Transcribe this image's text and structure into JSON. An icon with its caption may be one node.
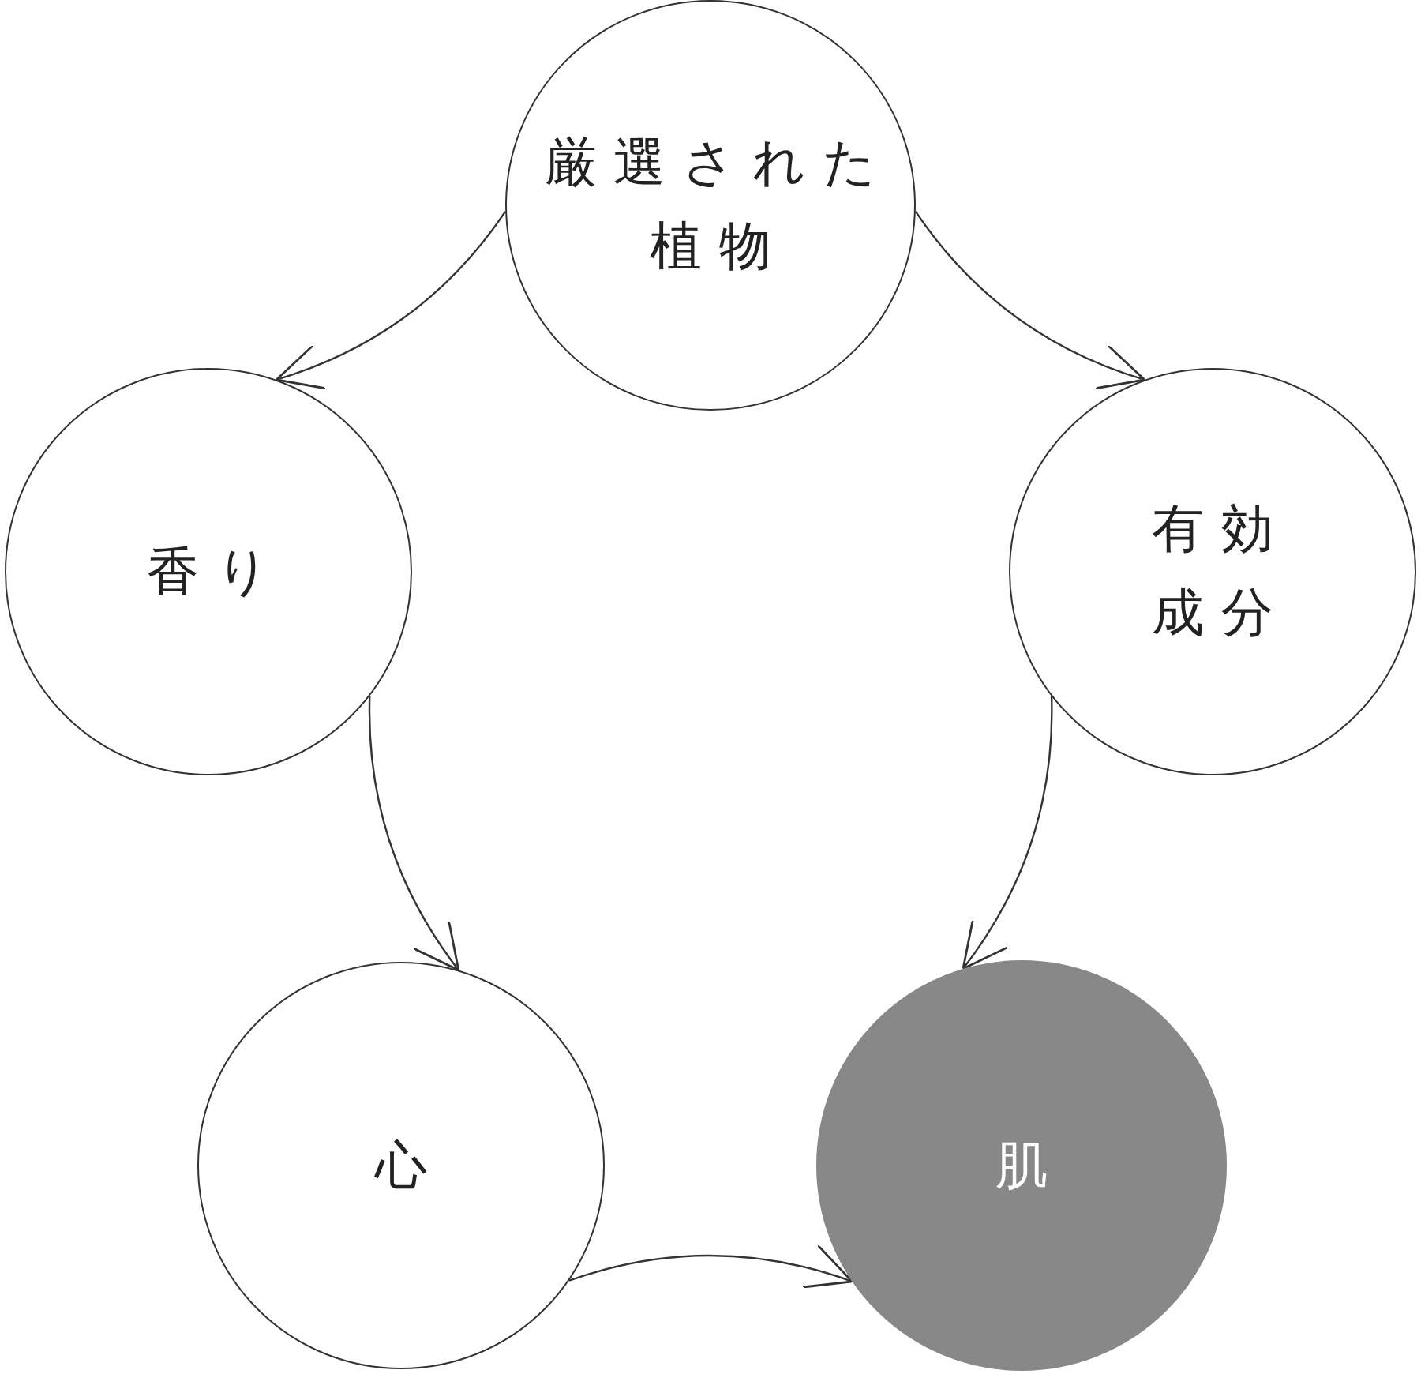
{
  "diagram": {
    "nodes": [
      {
        "text": [
          "厳選された植物"
        ]
      },
      {
        "text": [
          "香り"
        ]
      },
      {
        "text": [
          "有効成分"
        ]
      },
      {
        "text": [
          "心"
        ]
      },
      {
        "text": [
          "肌"
        ]
      }
    ],
    "edges": [
      {
        "from": 0,
        "to": 1,
        "arrow": "to"
      },
      {
        "from": 0,
        "to": 2,
        "arrow": "to"
      },
      {
        "from": 1,
        "to": 3,
        "arrow": "to"
      },
      {
        "from": 2,
        "to": 4,
        "arrow": "to"
      },
      {
        "from": 3,
        "to": 4,
        "arrow": "to"
      }
    ]
  }
}
